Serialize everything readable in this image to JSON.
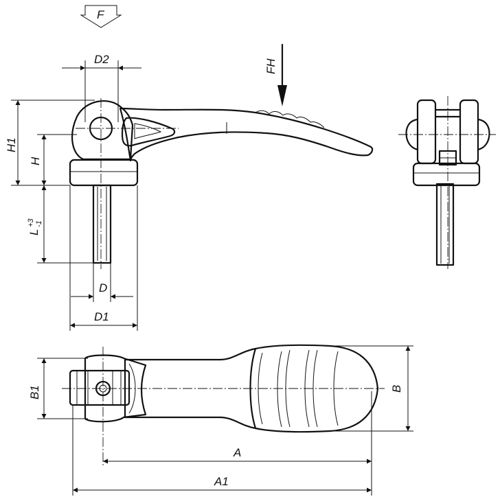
{
  "labels": {
    "force": "F",
    "handle_force": "FH",
    "d2": "D2",
    "h1": "H1",
    "h": "H",
    "l_base": "L",
    "l_sup": "+3",
    "l_sub": "-1",
    "d": "D",
    "d1": "D1",
    "b1": "B1",
    "b": "B",
    "a": "A",
    "a1": "A1"
  }
}
